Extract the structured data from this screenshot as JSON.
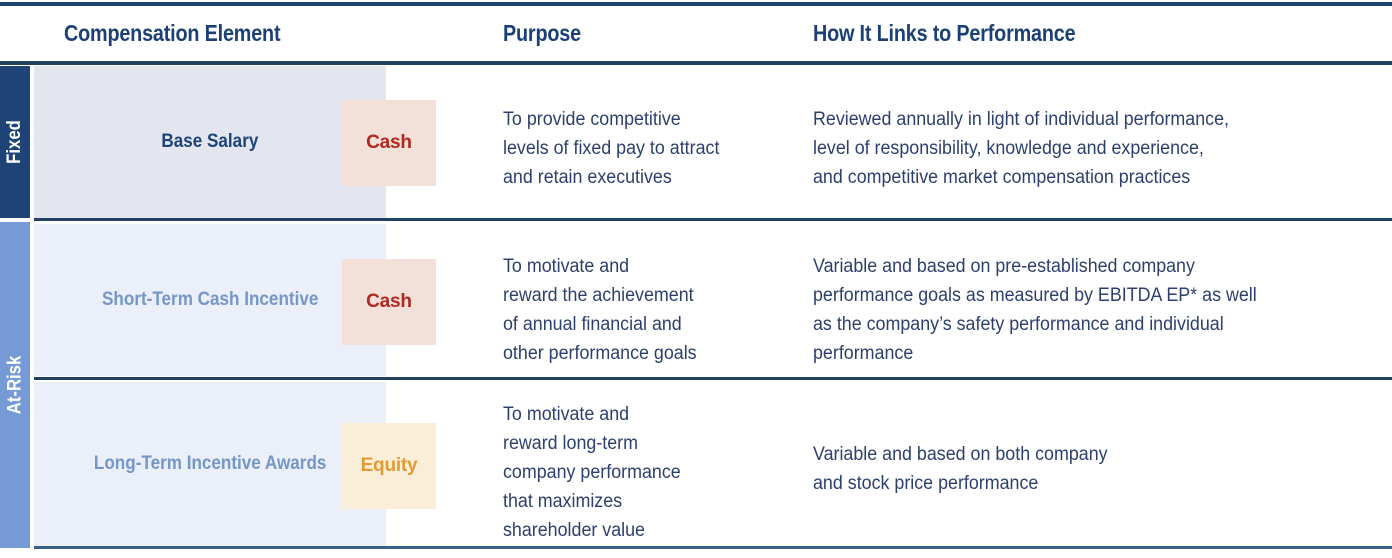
{
  "table": {
    "headers": {
      "element": "Compensation Element",
      "purpose": "Purpose",
      "links": "How It Links to Performance"
    },
    "categories": [
      {
        "label": "Fixed",
        "color": "#1d4377"
      },
      {
        "label": "At-Risk",
        "color": "#759ad5"
      }
    ],
    "rows": [
      {
        "element": "Base Salary",
        "badge": "Cash",
        "badge_color": "#b1291f",
        "badge_bg": "#f2e0d9",
        "purpose": "To provide competitive\nlevels of fixed pay to attract\nand retain executives",
        "links": "Reviewed annually in light of individual performance,\nlevel of responsibility, knowledge and experience,\nand competitive market compensation practices"
      },
      {
        "element": "Short-Term\nCash Incentive",
        "badge": "Cash",
        "badge_color": "#b1291f",
        "badge_bg": "#f2e0d9",
        "purpose": "To motivate and\nreward the achievement\nof annual financial and\nother performance goals",
        "links": "Variable and based on pre-established company\nperformance goals as measured by EBITDA EP* as well\nas the company’s safety performance and individual\nperformance"
      },
      {
        "element": "Long-Term\nIncentive Awards",
        "badge": "Equity",
        "badge_color": "#e39b33",
        "badge_bg": "#faeed9",
        "purpose": "To motivate and\nreward long-term\ncompany performance\nthat maximizes\nshareholder value",
        "links": "Variable and based on both company\nand stock price performance"
      }
    ],
    "colors": {
      "header_text": "#1c4076",
      "body_text": "#2c3f6e",
      "rule": "#22405f",
      "panel_fixed": "#e3e6ef",
      "panel_atrisk": "#eaeffa"
    }
  }
}
